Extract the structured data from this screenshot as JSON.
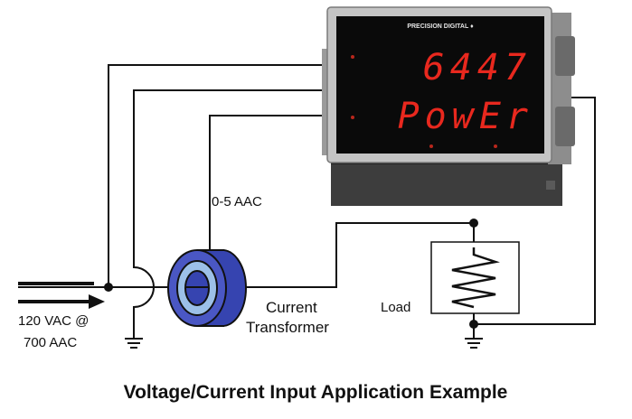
{
  "meter": {
    "brand": "PRECISION DIGITAL ♦",
    "display_value": "6447",
    "display_text": "PowEr",
    "display_color": "#e8281e"
  },
  "labels": {
    "ct_output": "0-5 AAC",
    "source_line1": "120 VAC @",
    "source_line2": "700 AAC",
    "ct_name_line1": "Current",
    "ct_name_line2": "Transformer",
    "load": "Load"
  },
  "caption": "Voltage/Current Input Application Example",
  "colors": {
    "ct_outer": "#4a57c4",
    "ct_inner": "#9cc0e8",
    "wire": "#111111"
  }
}
